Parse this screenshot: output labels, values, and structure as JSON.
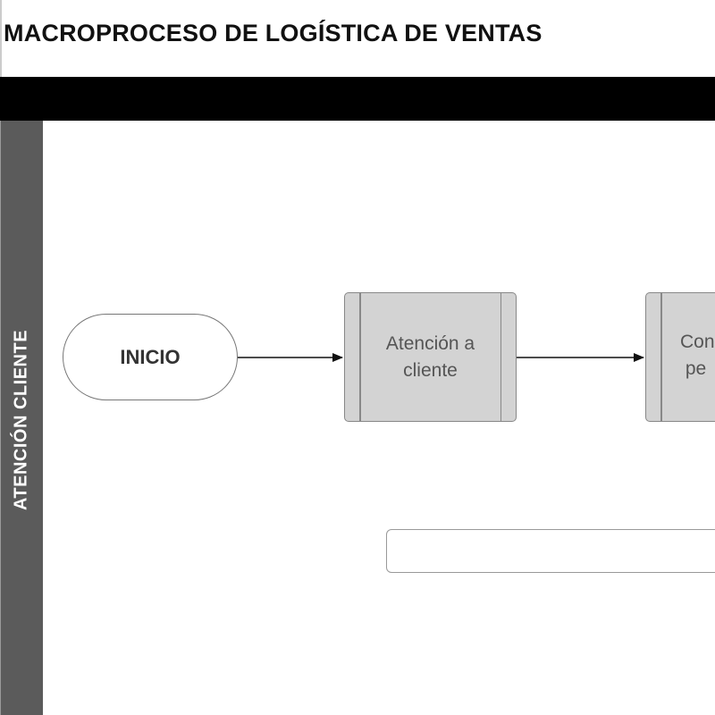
{
  "diagram": {
    "title": "MACROPROCESO DE LOGÍSTICA DE VENTAS",
    "lane": {
      "label": "ATENCIÓN CLIENTE"
    },
    "nodes": {
      "start": {
        "label": "INICIO",
        "shape": "terminal"
      },
      "step1": {
        "label": "Atención a\ncliente",
        "shape": "subprocess"
      },
      "step2": {
        "label": "Con\n pe",
        "shape": "subprocess"
      },
      "note": {
        "label": "",
        "shape": "rounded-rectangle"
      }
    },
    "edges": [
      {
        "from": "start",
        "to": "step1"
      },
      {
        "from": "step1",
        "to": "step2"
      }
    ],
    "colors": {
      "header_bar": "#000000",
      "lane_label_bg": "#5b5b5b",
      "subprocess_fill": "#d3d3d3",
      "subprocess_text": "#555555",
      "terminal_text": "#333333"
    }
  }
}
